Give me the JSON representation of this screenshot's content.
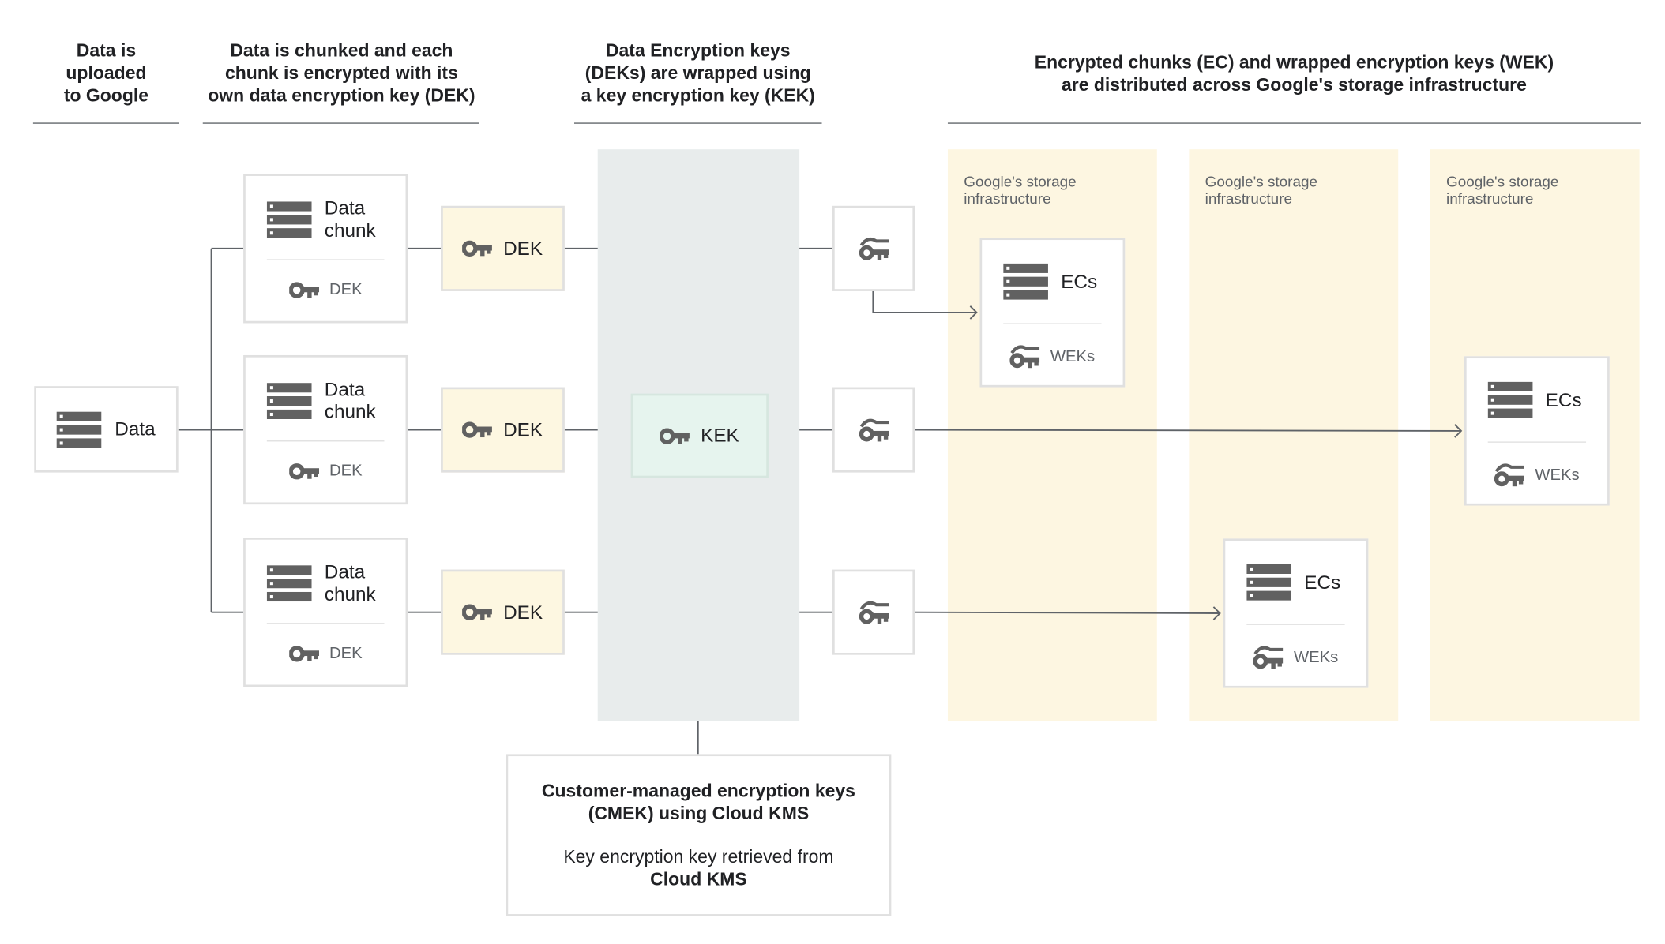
{
  "headers": [
    "Data is\nuploaded\nto Google",
    "Data is chunked and each\nchunk is encrypted with its\nown data encryption key (DEK)",
    "Data Encryption keys\n(DEKs) are wrapped using\na key encryption key (KEK)",
    "Encrypted chunks (EC) and wrapped encryption keys (WEK)\nare distributed across Google's storage infrastructure"
  ],
  "data_label": "Data",
  "chunks": [
    {
      "label": "Data\nchunk",
      "key_label": "DEK"
    },
    {
      "label": "Data\nchunk",
      "key_label": "DEK"
    },
    {
      "label": "Data\nchunk",
      "key_label": "DEK"
    }
  ],
  "deks": [
    "DEK",
    "DEK",
    "DEK"
  ],
  "kek_label": "KEK",
  "storage_label": "Google's storage\ninfrastructure",
  "storage_columns": [
    "Google's storage\ninfrastructure",
    "Google's storage\ninfrastructure",
    "Google's storage\ninfrastructure"
  ],
  "ec_boxes": [
    {
      "label": "ECs",
      "key_label": "WEKs"
    },
    {
      "label": "ECs",
      "key_label": "WEKs"
    },
    {
      "label": "ECs",
      "key_label": "WEKs"
    }
  ],
  "cmek": {
    "title": "Customer-managed encryption keys\n(CMEK) using Cloud KMS",
    "line1": "Key encryption key retrieved from",
    "line2": "Cloud KMS"
  },
  "colors": {
    "dek_fill": "#fdf7e1",
    "kek_panel": "#e8ecec",
    "kek_fill": "#e6f4ee",
    "storage_fill": "#fdf6e1",
    "icon": "#5f6368"
  },
  "icons": {
    "data": "storage-icon",
    "dek": "key-icon",
    "wek": "wrapped-key-icon"
  }
}
